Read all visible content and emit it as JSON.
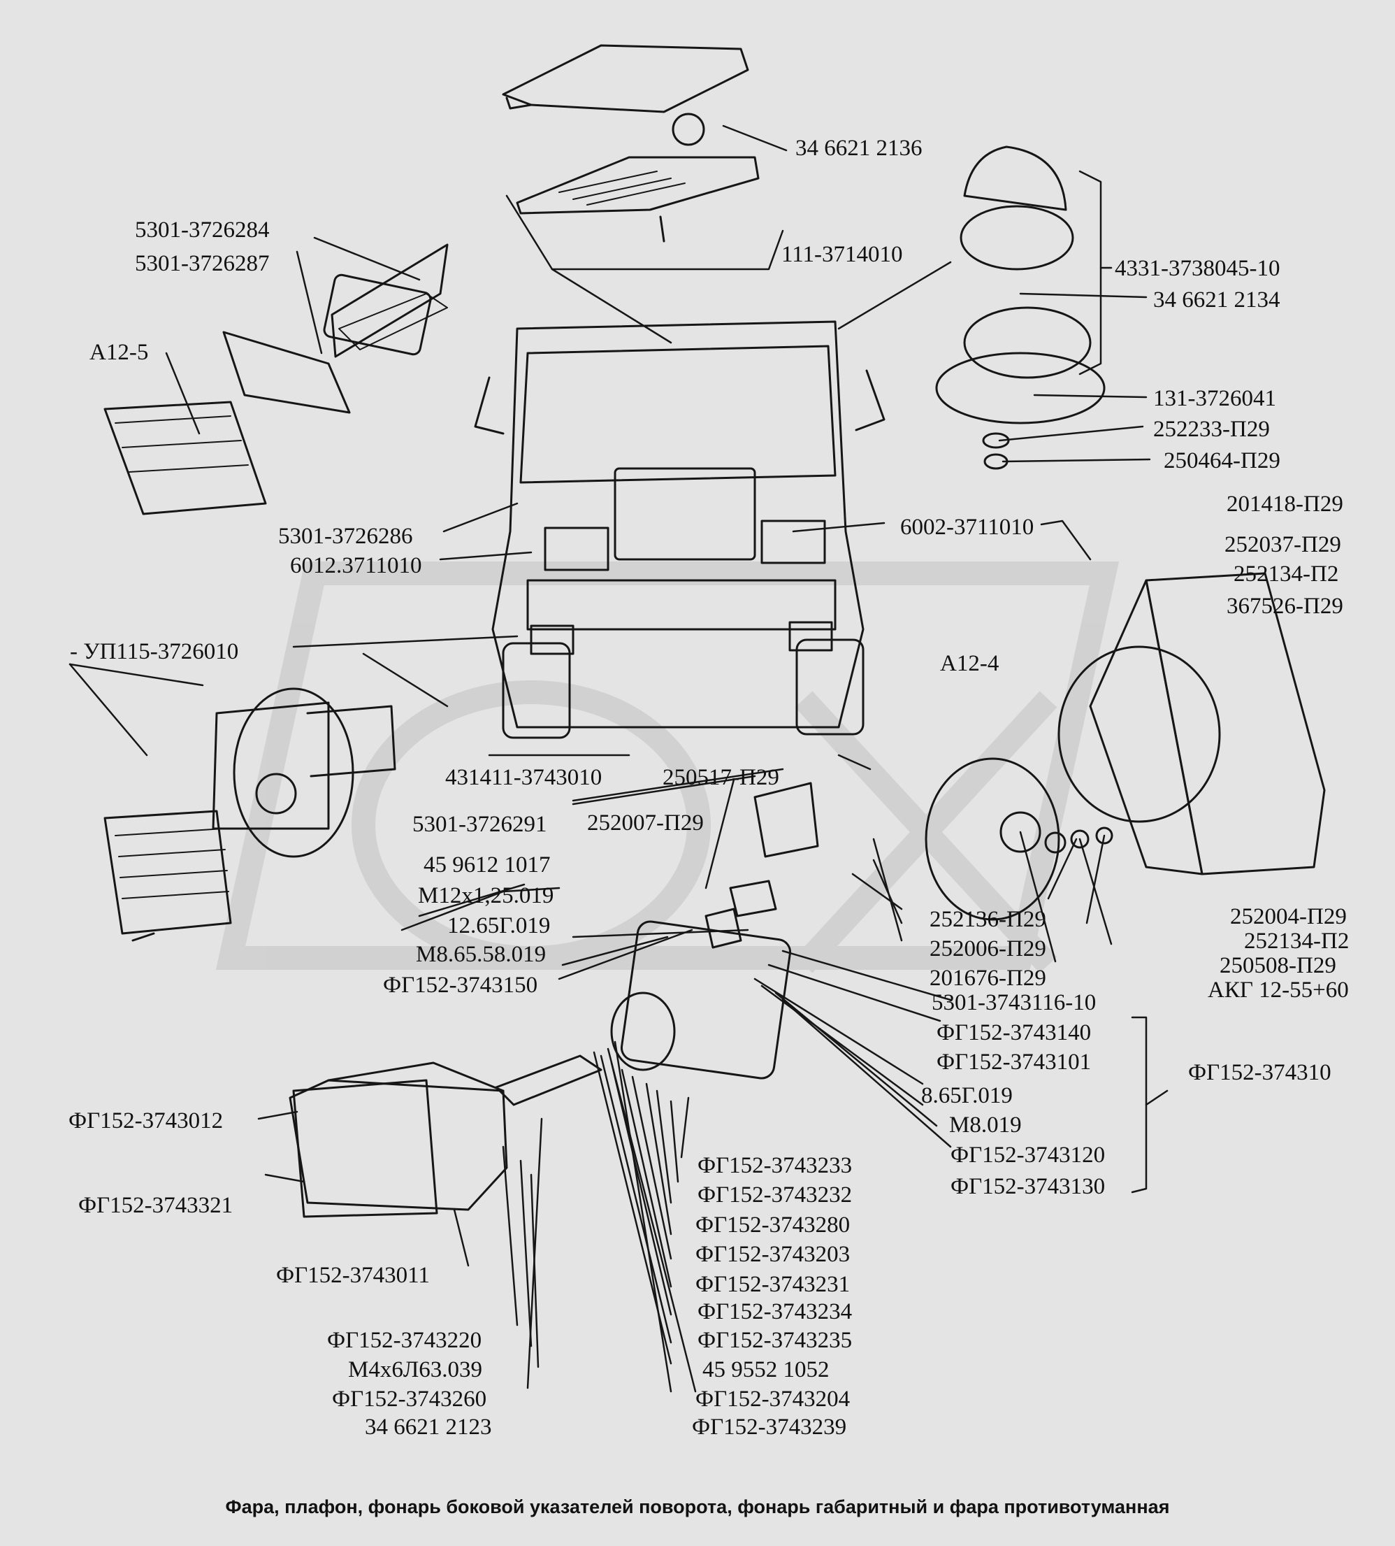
{
  "caption": "Фара,  плафон, фонарь боковой указателей поворота, фонарь габаритный и фара противотуманная",
  "labels": {
    "l01": "34 6621 2136",
    "l02": "111-3714010",
    "l03": "5301-3726284",
    "l04": "5301-3726287",
    "l05": "А12-5",
    "l06": "4331-3738045-10",
    "l07": "34 6621 2134",
    "l08": "131-3726041",
    "l09": "252233-П29",
    "l10": "250464-П29",
    "l11": "201418-П29",
    "l12": "252037-П29",
    "l13": "252134-П2",
    "l14": "367526-П29",
    "l15": "5301-3726286",
    "l16": "6012.3711010",
    "l17": "6002-3711010",
    "l18": "- УП115-3726010",
    "l19": "А12-4",
    "l20": "431411-3743010",
    "l21": "250517-П29",
    "l22": "5301-3726291",
    "l23": "252007-П29",
    "l24": "45 9612 1017",
    "l25": "М12х1,25.019",
    "l26": "12.65Г.019",
    "l27": "М8.65.58.019",
    "l28": "ФГ152-3743150",
    "l29": "252136-П29",
    "l30": "252006-П29",
    "l31": "201676-П29",
    "l32": "5301-3743116-10",
    "l33": "252004-П29",
    "l34": "252134-П2",
    "l35": "250508-П29",
    "l36": "АКГ 12-55+60",
    "l37": "ФГ152-3743140",
    "l38": "ФГ152-3743101",
    "l39": "8.65Г.019",
    "l40": "М8.019",
    "l41": "ФГ152-3743120",
    "l42": "ФГ152-3743130",
    "l43": "ФГ152-374310",
    "l44": "ФГ152-3743012",
    "l45": "ФГ152-3743321",
    "l46": "ФГ152-3743011",
    "l47": "ФГ152-3743233",
    "l48": "ФГ152-3743232",
    "l49": "ФГ152-3743280",
    "l50": "ФГ152-3743203",
    "l51": "ФГ152-3743231",
    "l52": "ФГ152-3743234",
    "l53": "ФГ152-3743235",
    "l54": "45 9552 1052",
    "l55": "ФГ152-3743204",
    "l56": "ФГ152-3743239",
    "l57": "ФГ152-3743220",
    "l58": "М4х6Л63.039",
    "l59": "ФГ152-3743260",
    "l60": "34 6621 2123"
  }
}
